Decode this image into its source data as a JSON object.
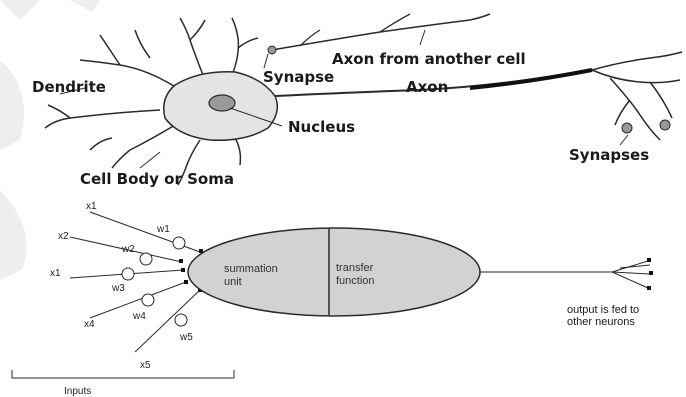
{
  "biological_neuron": {
    "labels": {
      "dendrite": "Dendrite",
      "synapse": "Synapse",
      "axon_from_another_cell": "Axon from another cell",
      "axon": "Axon",
      "nucleus": "Nucleus",
      "cell_body": "Cell Body or Soma",
      "synapses": "Synapses"
    }
  },
  "artificial_neuron": {
    "inputs": [
      "x1",
      "x2",
      "x1",
      "x4",
      "x5"
    ],
    "weights": [
      "w1",
      "w2",
      "w3",
      "w4",
      "w5"
    ],
    "summation_unit": [
      "summation",
      "unit"
    ],
    "transfer_function": [
      "transfer",
      "function"
    ],
    "output_text": [
      "output is fed to",
      "other neurons"
    ],
    "inputs_label": "Inputs"
  },
  "colors": {
    "ink": "#2a2a2a",
    "cell_fill": "#e4e4e4",
    "nucleus_fill": "#9a9a9a",
    "unit_fill": "#d2d2d2",
    "watermark": "#eeeeee"
  }
}
